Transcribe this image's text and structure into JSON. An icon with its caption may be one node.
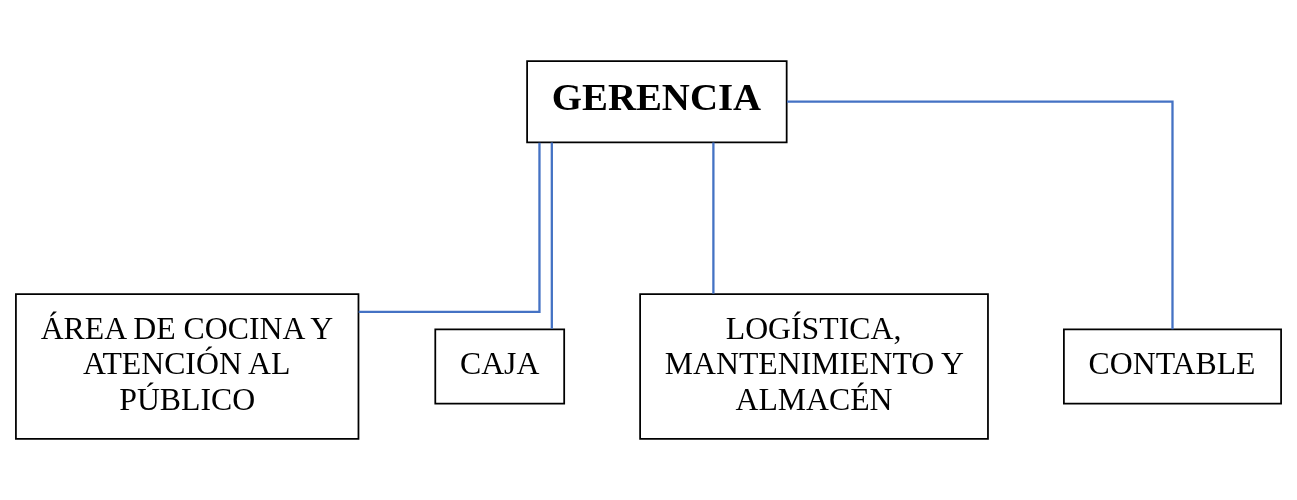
{
  "diagram": {
    "nodes": [
      {
        "text": [
          "GERENCIA"
        ]
      },
      {
        "text": [
          "ÁREA DE COCINA Y ATENCIÓN AL PÚBLICO"
        ]
      },
      {
        "text": [
          "CAJA"
        ]
      },
      {
        "text": [
          "LOGÍSTICA, MANTENIMIENTO Y ALMACÉN"
        ]
      },
      {
        "text": [
          "CONTABLE"
        ]
      }
    ],
    "edges": [
      {
        "from": 0,
        "to": 1,
        "arrow": "none"
      },
      {
        "from": 0,
        "to": 2,
        "arrow": "none"
      },
      {
        "from": 0,
        "to": 3,
        "arrow": "none"
      },
      {
        "from": 0,
        "to": 4,
        "arrow": "none"
      }
    ]
  }
}
